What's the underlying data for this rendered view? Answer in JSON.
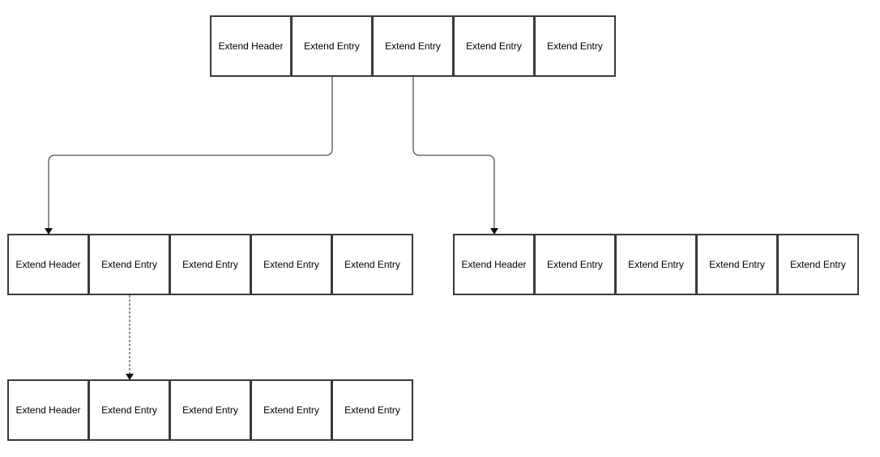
{
  "nodes": [
    {
      "id": "top-node",
      "cells": [
        "Extend Header",
        "Extend Entry",
        "Extend Entry",
        "Extend Entry",
        "Extend Entry"
      ]
    },
    {
      "id": "middle-left-node",
      "cells": [
        "Extend Header",
        "Extend Entry",
        "Extend Entry",
        "Extend Entry",
        "Extend Entry"
      ]
    },
    {
      "id": "middle-right-node",
      "cells": [
        "Extend Header",
        "Extend Entry",
        "Extend Entry",
        "Extend Entry",
        "Extend Entry"
      ]
    },
    {
      "id": "bottom-left-node",
      "cells": [
        "Extend Header",
        "Extend Entry",
        "Extend Entry",
        "Extend Entry",
        "Extend Entry"
      ]
    }
  ],
  "edges": [
    {
      "from_node": "top-node",
      "from_cell": 1,
      "to_node": "middle-left-node",
      "to_cell": 0,
      "style": "solid"
    },
    {
      "from_node": "top-node",
      "from_cell": 2,
      "to_node": "middle-right-node",
      "to_cell": 0,
      "style": "solid"
    },
    {
      "from_node": "middle-left-node",
      "from_cell": 1,
      "to_node": "bottom-left-node",
      "to_cell": 1,
      "style": "dashed"
    }
  ],
  "colors": {
    "border": "#3a3a3a",
    "connector": "#555555",
    "arrowhead": "#111111",
    "background": "#ffffff"
  }
}
